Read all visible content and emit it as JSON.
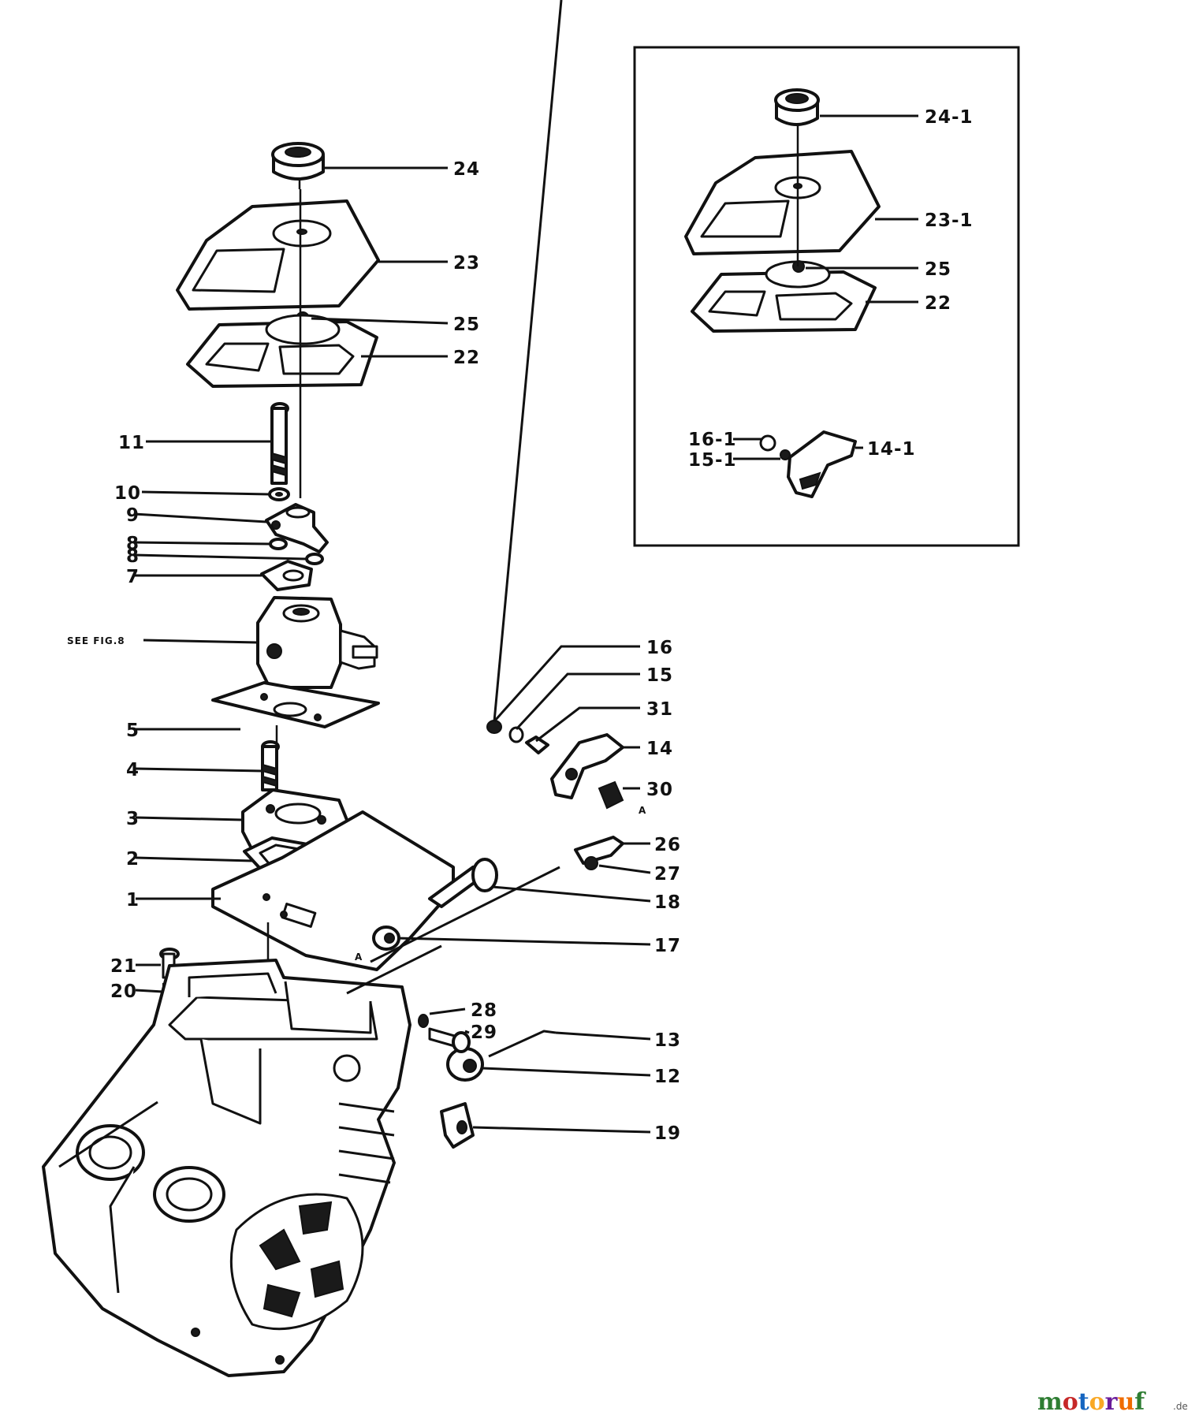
{
  "diagram": {
    "callouts": {
      "c24": "24",
      "c23": "23",
      "c25": "25",
      "c22": "22",
      "c11": "11",
      "c10": "10",
      "c9": "9",
      "c8a": "8",
      "c8b": "8",
      "c7": "7",
      "see_fig": "SEE FIG.8",
      "c5": "5",
      "c4": "4",
      "c3": "3",
      "c2": "2",
      "c1": "1",
      "c21": "21",
      "c20": "20",
      "c16": "16",
      "c15": "15",
      "c31": "31",
      "c14": "14",
      "c30": "30",
      "c26": "26",
      "c27": "27",
      "c18": "18",
      "c17": "17",
      "c28": "28",
      "c29": "29",
      "c13": "13",
      "c12": "12",
      "c19": "19",
      "markA1": "A",
      "markA2": "A"
    },
    "inset_callouts": {
      "c24_1": "24-1",
      "c23_1": "23-1",
      "c25": "25",
      "c22": "22",
      "c16_1": "16-1",
      "c15_1": "15-1",
      "c14_1": "14-1"
    },
    "watermark": {
      "brand": "motoruf",
      "suffix": ".de",
      "colors": [
        "#2e7d32",
        "#c62828",
        "#1565c0",
        "#f9a825",
        "#6a1b9a",
        "#ef6c00",
        "#2e7d32"
      ]
    }
  }
}
